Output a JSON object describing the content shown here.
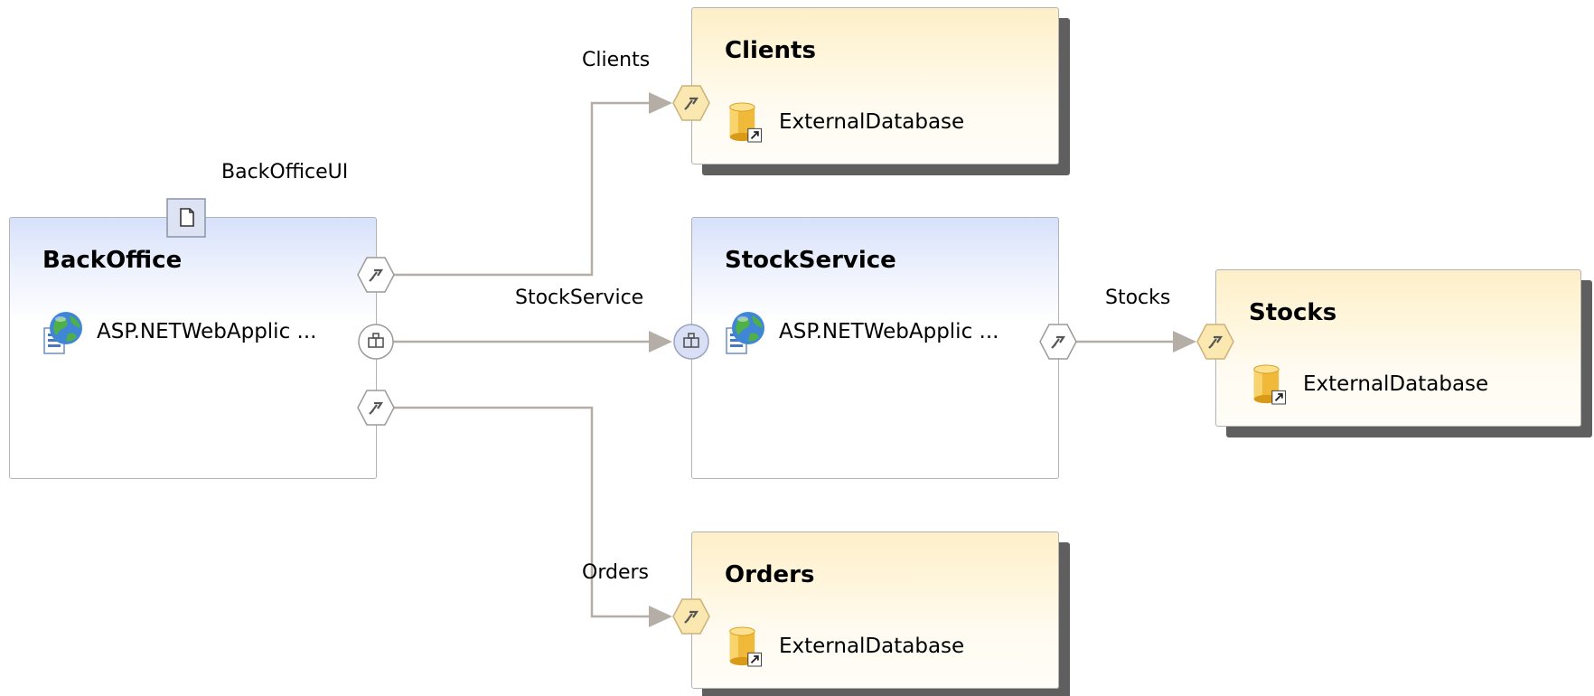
{
  "applications": [
    {
      "id": "backoffice",
      "title": "BackOffice",
      "type_label": "ASP.NETWebApplic ...",
      "icon": "aspnet-web-application-icon"
    },
    {
      "id": "stockservice",
      "title": "StockService",
      "type_label": "ASP.NETWebApplic ...",
      "icon": "aspnet-web-application-icon"
    }
  ],
  "databases": [
    {
      "id": "clients",
      "title": "Clients",
      "type_label": "ExternalDatabase",
      "icon": "database-icon"
    },
    {
      "id": "stocks",
      "title": "Stocks",
      "type_label": "ExternalDatabase",
      "icon": "database-icon"
    },
    {
      "id": "orders",
      "title": "Orders",
      "type_label": "ExternalDatabase",
      "icon": "database-icon"
    }
  ],
  "endpoint_labels": {
    "backoffice_ui": "BackOfficeUI",
    "clients": "Clients",
    "stockservice": "StockService",
    "stocks": "Stocks",
    "orders": "Orders"
  },
  "connections": [
    {
      "from": "BackOffice",
      "to": "Clients",
      "label": "Clients"
    },
    {
      "from": "BackOffice",
      "to": "StockService",
      "label": "StockService"
    },
    {
      "from": "BackOffice",
      "to": "Orders",
      "label": "Orders"
    },
    {
      "from": "StockService",
      "to": "Stocks",
      "label": "Stocks"
    }
  ],
  "colors": {
    "app_header": "#d7e1fb",
    "db_header": "#fdefc8",
    "border": "#b3b3b3",
    "connector": "#b5aea6",
    "port_fill_db": "#fbe8b0",
    "port_fill_service": "#d9e0f6",
    "shadow": "#5f5f5f"
  }
}
